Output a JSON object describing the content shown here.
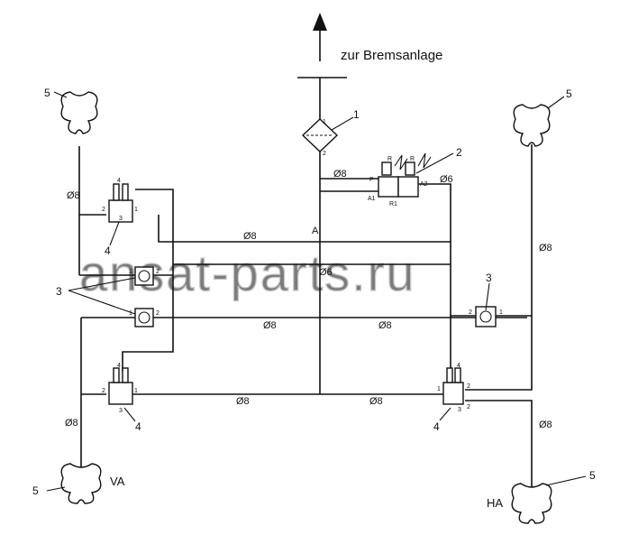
{
  "title": "zur Bremsanlage",
  "watermark": "ansat-parts.ru",
  "part_numbers": {
    "filter": "1",
    "valve": "2",
    "check_valve": "3",
    "level_valve": "4",
    "air_spring": "5"
  },
  "axles": {
    "front": "VA",
    "rear": "HA"
  },
  "pipe_labels": {
    "d8": "Ø8",
    "d6": "Ø6"
  },
  "port_labels": {
    "p1": "1",
    "p2": "2",
    "p3": "3",
    "p4": "4",
    "valve_P": "P",
    "valve_A1": "A1",
    "valve_A2": "A2",
    "valve_R": "R",
    "valve_R1": "R1",
    "tap_A": "A"
  }
}
